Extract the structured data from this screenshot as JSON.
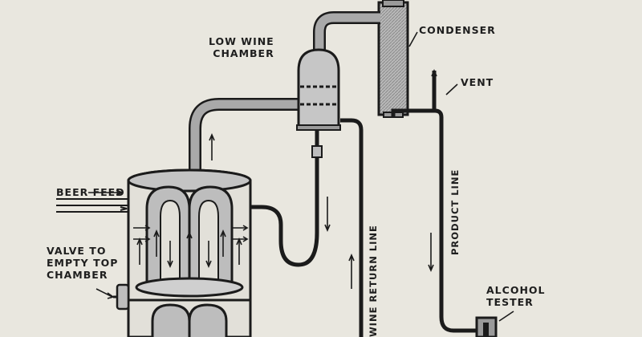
{
  "labels": {
    "condenser": "CONDENSER",
    "low_wine_chamber": "LOW WINE\nCHAMBER",
    "vent": "VENT",
    "beer_feed": "BEER FEED",
    "valve": "VALVE TO\nEMPTY TOP\nCHAMBER",
    "alcohol_tester": "ALCOHOL\nTESTER",
    "wine_return_line": "WINE RETURN LINE",
    "product_line": "PRODUCT LINE"
  },
  "colors": {
    "paper": "#e9e7df",
    "ink": "#1b1b1b",
    "pipe": "#8f8f8f",
    "vessel": "#c9c9c9"
  }
}
